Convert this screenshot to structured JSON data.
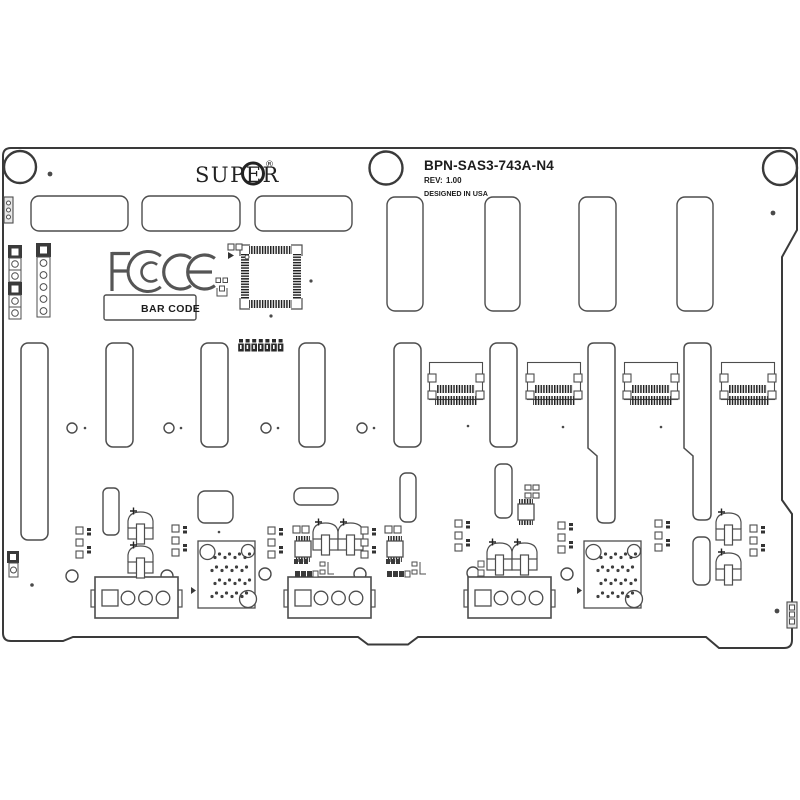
{
  "board_drawing": {
    "logo": {
      "brand": "SUPER",
      "o_glyph": "O",
      "registered_mark": "®"
    },
    "title_block": {
      "model": "BPN-SAS3-743A-N4",
      "rev_label": "REV:",
      "rev_value": "1.00",
      "designed_in": "DESIGNED IN USA"
    },
    "compliance": {
      "fcc": "FC",
      "ce": "CE",
      "icons": [
        "fcc-logo-icon",
        "ce-mark-icon"
      ]
    },
    "barcode_label": "BAR CODE",
    "colors": {
      "line": "#4d4d4d",
      "dark_fill": "#222222",
      "background": "#ffffff"
    }
  }
}
